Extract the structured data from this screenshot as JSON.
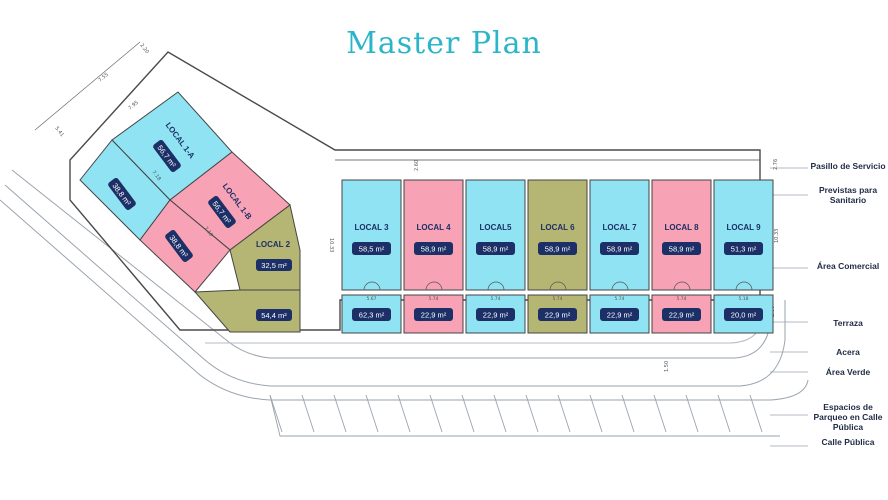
{
  "title": "Master Plan",
  "colors": {
    "cyan": "#8fe3f2",
    "pink": "#f7a3b5",
    "olive": "#b5b673",
    "badge": "#1c2f66",
    "title": "#2bb5c8"
  },
  "corner_units": [
    {
      "name": "LOCAL 1-A",
      "area": "56,7 m²",
      "color": "cyan"
    },
    {
      "name": "LOCAL 1-B",
      "area": "56,7 m²",
      "color": "pink"
    },
    {
      "name": "LOCAL 2",
      "area": "32,5 m²",
      "terrace": "54,4 m²",
      "color": "olive"
    }
  ],
  "corner_terraces": [
    {
      "area": "38,8 m²",
      "color": "cyan"
    },
    {
      "area": "38,8 m²",
      "color": "pink"
    }
  ],
  "units": [
    {
      "name": "LOCAL 3",
      "area": "58,5 m²",
      "width": "5.67",
      "terrace": "62,3 m²",
      "color": "cyan"
    },
    {
      "name": "LOCAL 4",
      "area": "58,9 m²",
      "width": "5.74",
      "terrace": "22,9 m²",
      "color": "pink"
    },
    {
      "name": "LOCAL5",
      "area": "58,9 m²",
      "width": "5.74",
      "terrace": "22,9 m²",
      "color": "cyan"
    },
    {
      "name": "LOCAL 6",
      "area": "58,9 m²",
      "width": "5.74",
      "terrace": "22,9 m²",
      "color": "olive"
    },
    {
      "name": "LOCAL 7",
      "area": "58,9 m²",
      "width": "5.74",
      "terrace": "22,9 m²",
      "color": "cyan"
    },
    {
      "name": "LOCAL 8",
      "area": "58,9 m²",
      "width": "5.74",
      "terrace": "22,9 m²",
      "color": "pink"
    },
    {
      "name": "LOCAL 9",
      "area": "51,3 m²",
      "width": "5.18",
      "terrace": "20,0 m²",
      "color": "cyan"
    }
  ],
  "dimensions": {
    "depth": "10.33",
    "service": "2.76",
    "pasillo": "2.60",
    "terrace_depth": "2.60",
    "sidewalk": "1.50",
    "diag_a": "2.20",
    "diag_b": "7.55",
    "diag_c": "7.95",
    "diag_d": "5.41",
    "diag_e": "7.18",
    "diag_f": "7.10",
    "corner_depth": "10.33"
  },
  "legend": [
    {
      "label": "Pasillo de Servicio"
    },
    {
      "label": "Previstas para Sanitario"
    },
    {
      "label": "Área Comercial"
    },
    {
      "label": "Terraza"
    },
    {
      "label": "Acera"
    },
    {
      "label": "Área Verde"
    },
    {
      "label": "Espacios de Parqueo en Calle Pública"
    },
    {
      "label": "Calle Pública"
    }
  ]
}
